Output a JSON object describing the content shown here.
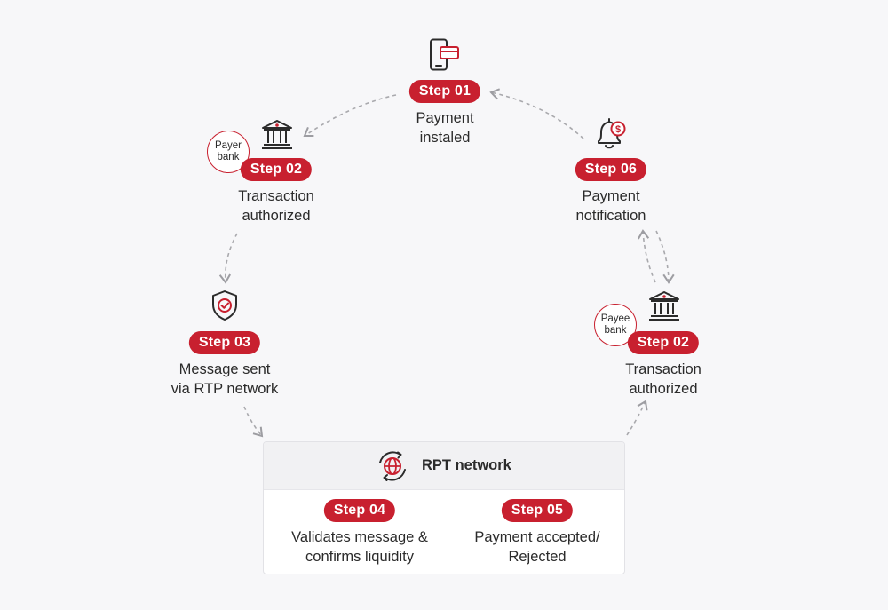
{
  "nodes": {
    "step01": {
      "label": "Step 01",
      "desc_line1": "Payment",
      "desc_line2": "instaled"
    },
    "step02_payer": {
      "label": "Step 02",
      "desc_line1": "Transaction",
      "desc_line2": "authorized",
      "badge_line1": "Payer",
      "badge_line2": "bank"
    },
    "step03": {
      "label": "Step 03",
      "desc_line1": "Message sent",
      "desc_line2": "via RTP network"
    },
    "step06": {
      "label": "Step 06",
      "desc_line1": "Payment",
      "desc_line2": "notification"
    },
    "step02_payee": {
      "label": "Step 02",
      "desc_line1": "Transaction",
      "desc_line2": "authorized",
      "badge_line1": "Payee",
      "badge_line2": "bank"
    }
  },
  "network": {
    "title": "RPT network",
    "step04": {
      "label": "Step 04",
      "desc_line1": "Validates message &",
      "desc_line2": "confirms liquidity"
    },
    "step05": {
      "label": "Step 05",
      "desc_line1": "Payment accepted/",
      "desc_line2": "Rejected"
    }
  },
  "icons": {
    "step01": "smartphone-card-icon",
    "step02_payer": "bank-icon",
    "step03": "shield-check-icon",
    "step06": "bell-dollar-icon",
    "step02_payee": "bank-icon",
    "network": "globe-sync-icon"
  },
  "colors": {
    "accent": "#c8202f",
    "text": "#2b2b2b",
    "arrow": "#a9a9ad",
    "background": "#f7f7f9"
  }
}
